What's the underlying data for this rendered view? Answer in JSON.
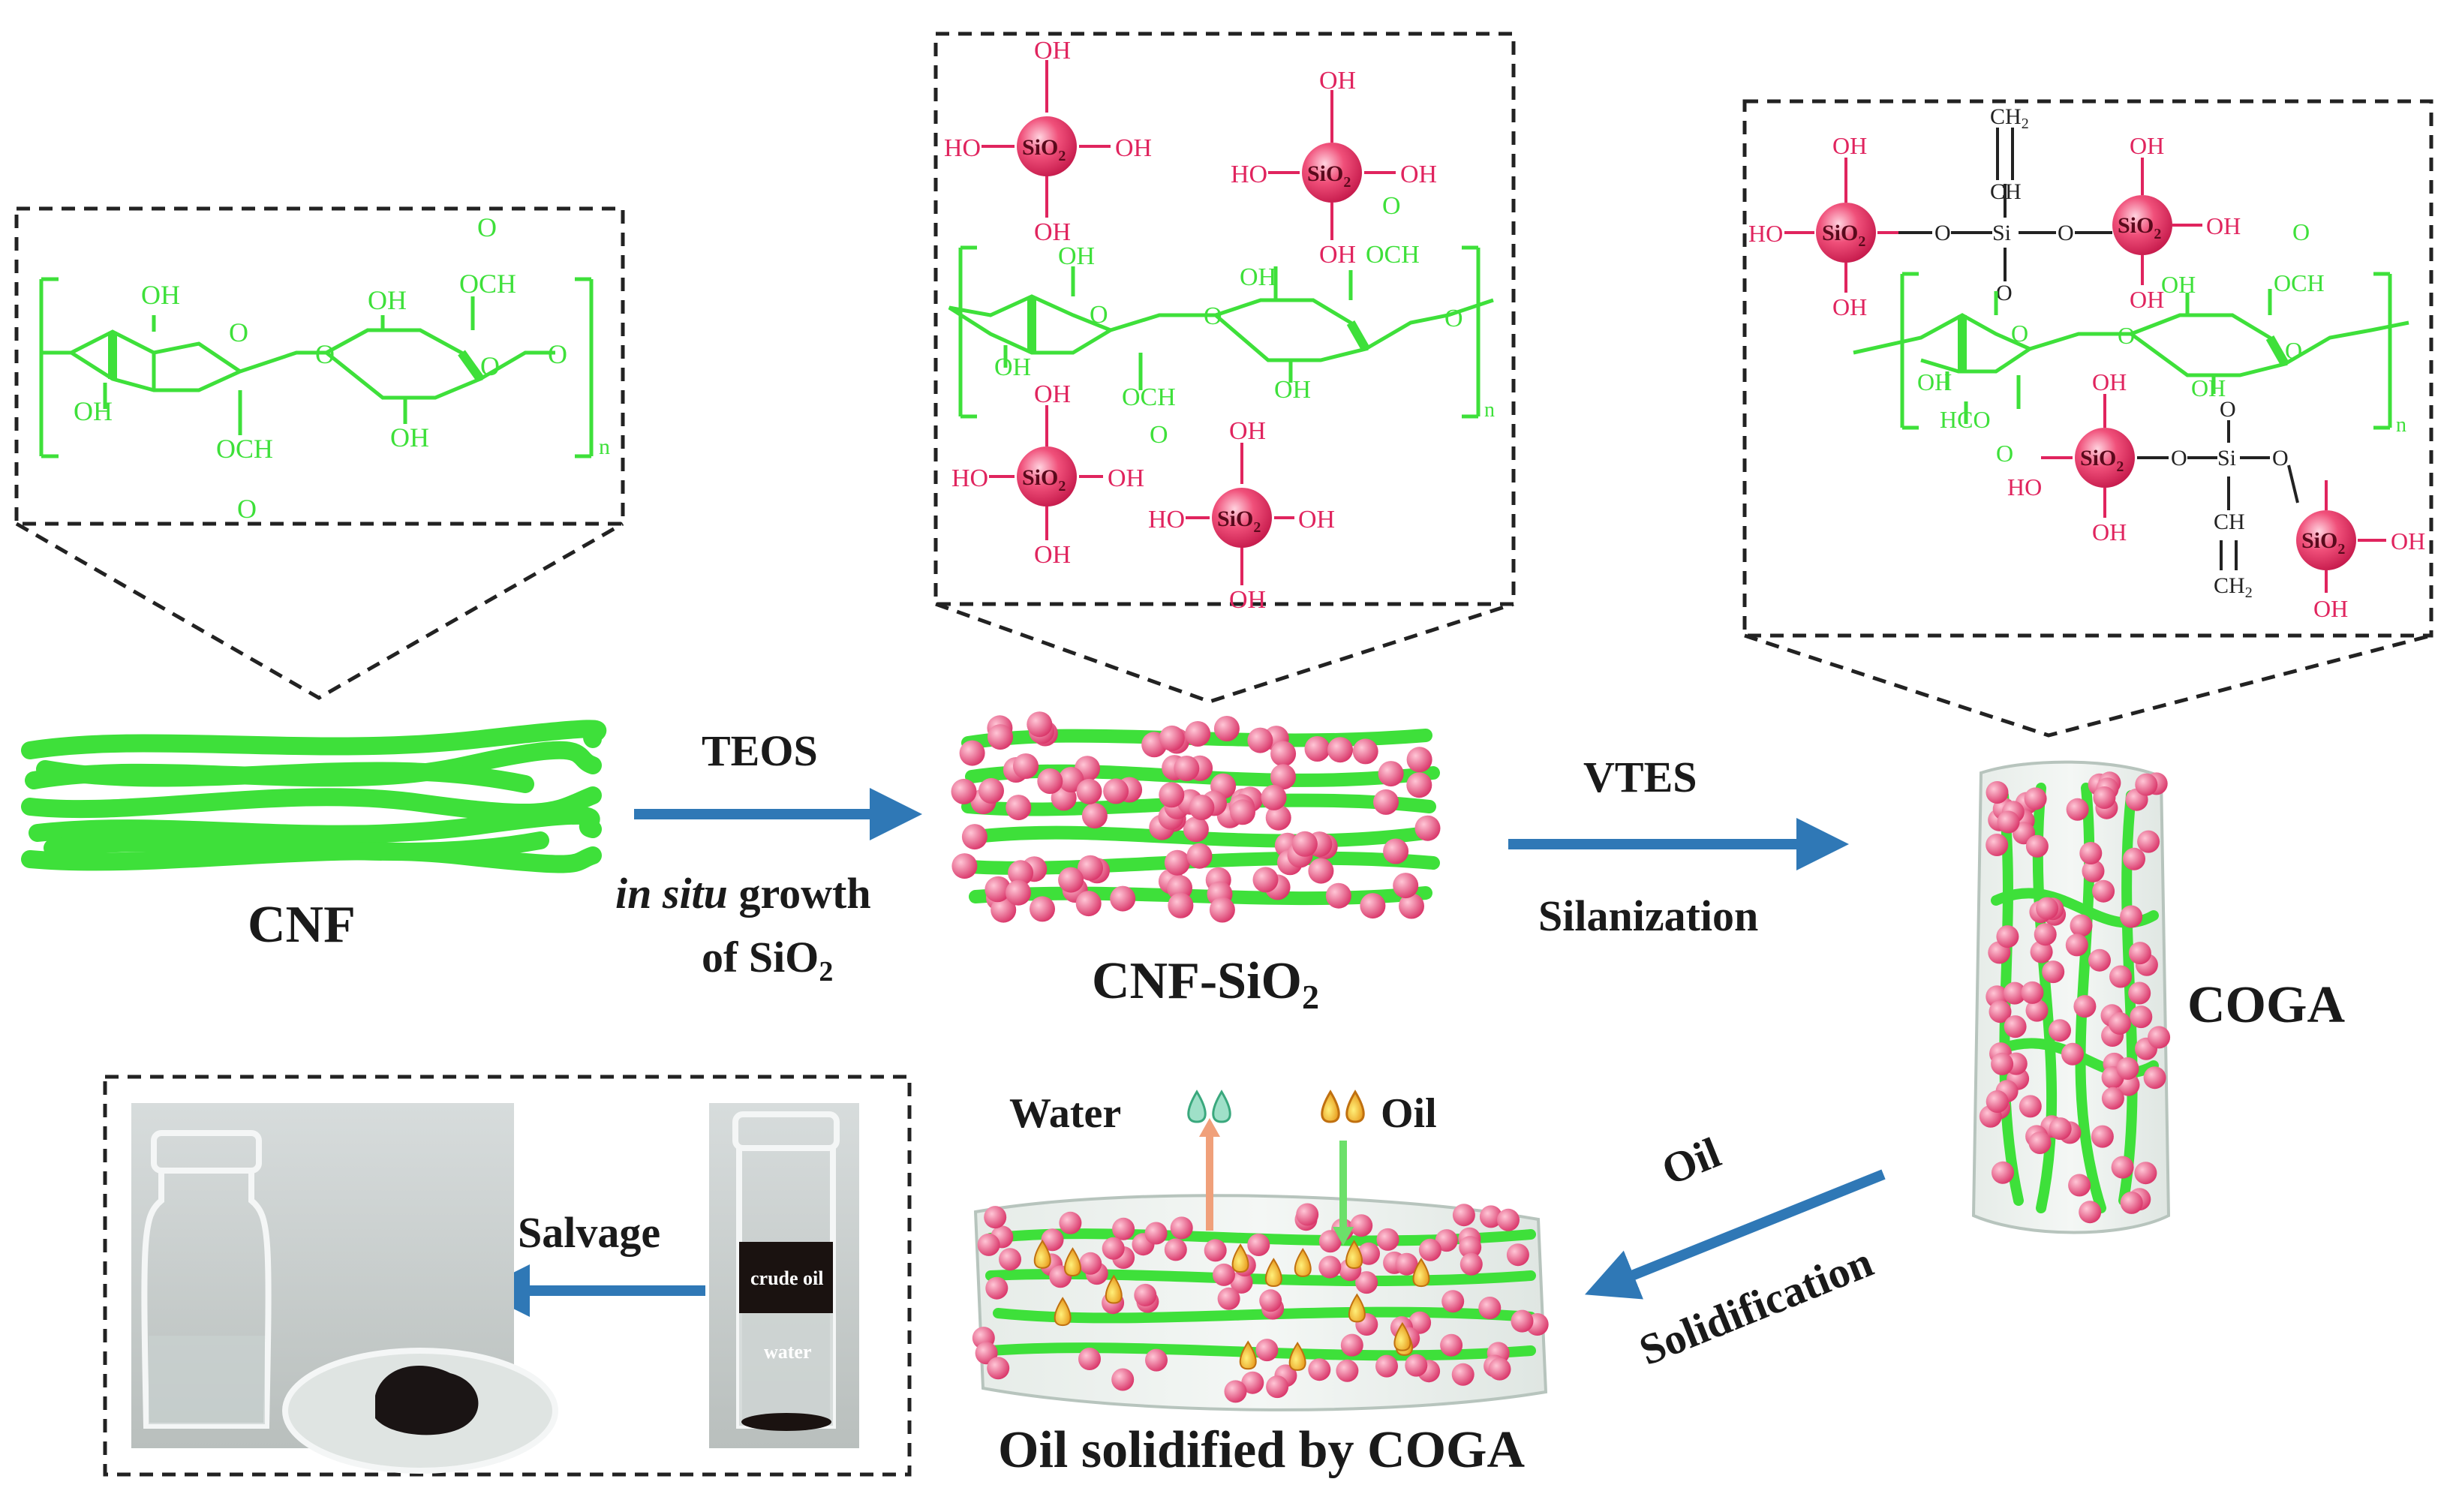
{
  "stages": {
    "cnf": "CNF",
    "cnf_sio2": "CNF-SiO",
    "cnf_sio2_sub": "2",
    "coga": "COGA",
    "oil_solid": "Oil solidified by COGA"
  },
  "arrows": {
    "teos": "TEOS",
    "insitu_italic": "in situ",
    "insitu_rest": " growth",
    "of_sio2": "of SiO",
    "of_sio2_sub": "2",
    "vtes": "VTES",
    "silanization": "Silanization",
    "oil": "Oil",
    "solidification": "Solidification",
    "salvage": "Salvage"
  },
  "absorb": {
    "water": "Water",
    "oil": "Oil"
  },
  "photo": {
    "crude_oil": "crude oil",
    "water": "water"
  },
  "chem": {
    "hydroxyl": "OH",
    "hydroxyl_left": "HO",
    "sio2": "SiO",
    "sub2": "2",
    "n": "n",
    "aldehyde": "OCH",
    "aldehyde_rev": "HCO",
    "carbonyl_o": "O",
    "ether_o": "O",
    "si": "Si",
    "vinyl_ch": "CH",
    "vinyl_ch2": "CH",
    "sub_ch2": "2"
  },
  "colors": {
    "fiber_green": "#3ee03a",
    "silica_pink": "#e0245e",
    "arrow_blue": "#2f78b6",
    "dash_black": "#222222"
  }
}
